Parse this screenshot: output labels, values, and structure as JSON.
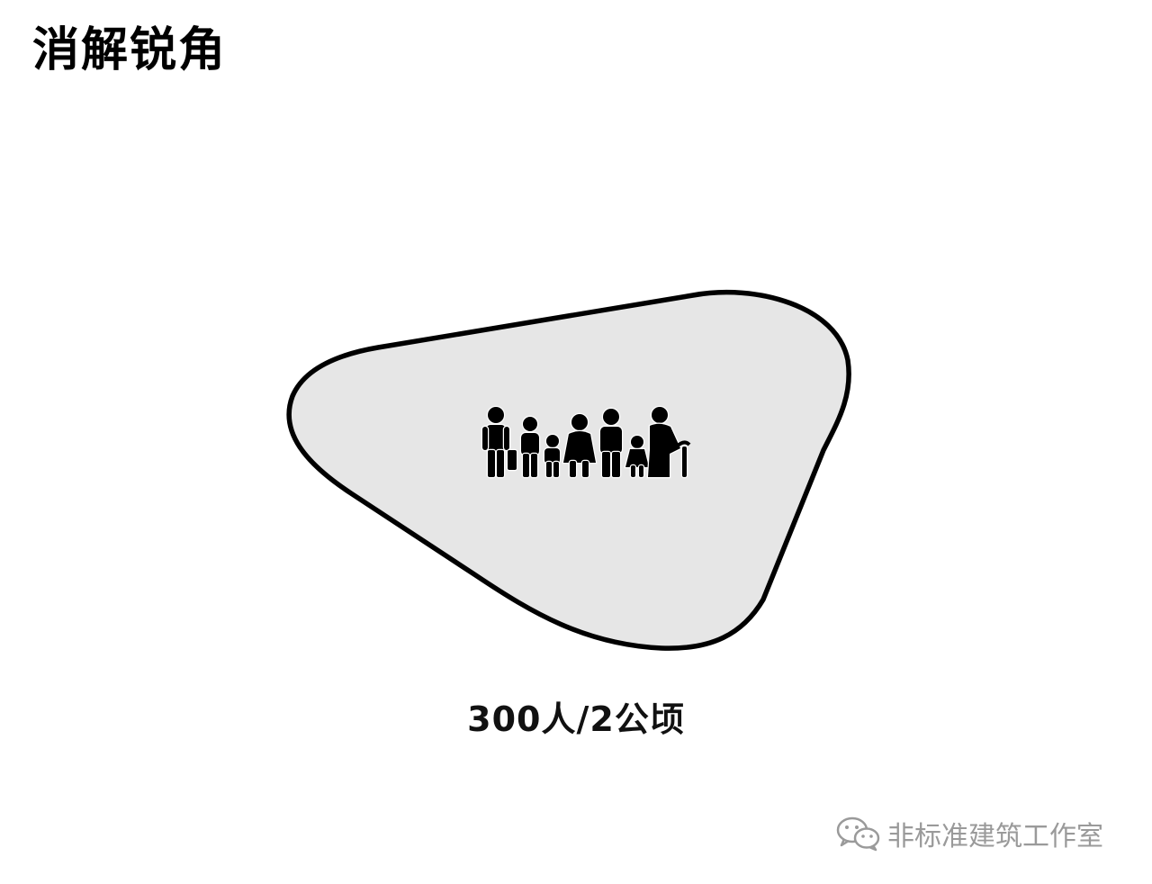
{
  "title": "消解锐角",
  "caption": "300人/2公顷",
  "watermark": {
    "icon": "wechat-icon",
    "text": "非标准建筑工作室"
  },
  "shape": {
    "fill": "#e6e6e6",
    "stroke": "#000000"
  },
  "people_icon": "family-group-icon"
}
